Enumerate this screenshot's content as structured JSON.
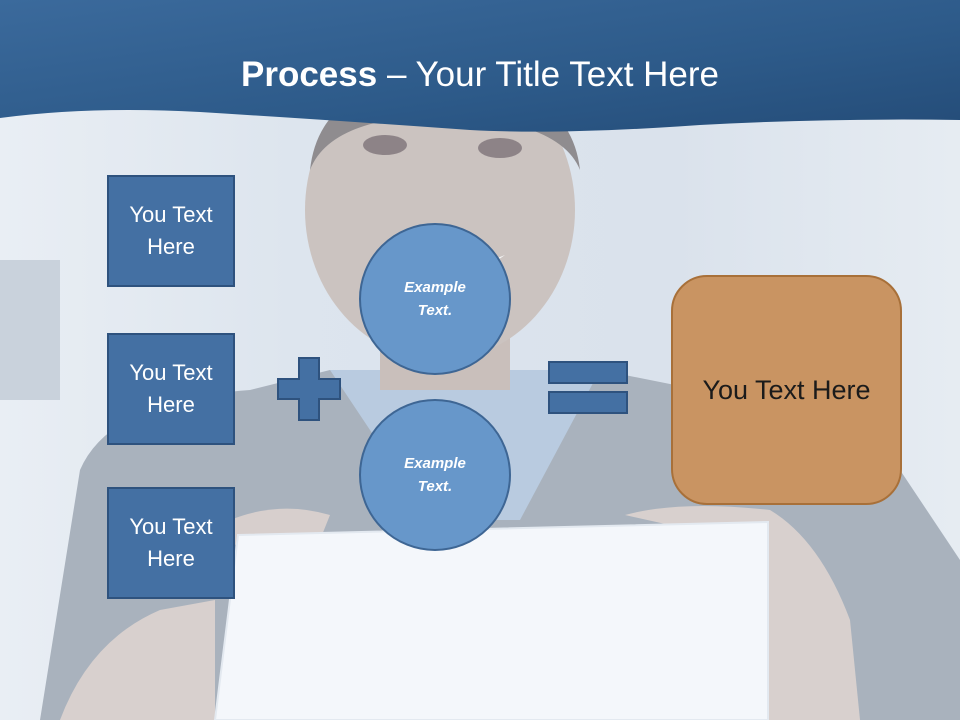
{
  "slide": {
    "title_bold": "Process",
    "title_rest": " – Your Title Text Here"
  },
  "inputs": [
    {
      "label": "You Text Here"
    },
    {
      "label": "You Text Here"
    },
    {
      "label": "You Text Here"
    }
  ],
  "circles": [
    {
      "label": "Example Text."
    },
    {
      "label": "Example Text."
    }
  ],
  "result": {
    "label": "You Text Here"
  },
  "icons": {
    "plus": "plus-icon",
    "equals": "equals-icon",
    "background": "businessman-holding-blank-sign"
  },
  "colors": {
    "header_band": "#2f5d8e",
    "box_fill": "#4470a3",
    "circle_fill": "#6797ca",
    "result_fill": "#c99462"
  }
}
